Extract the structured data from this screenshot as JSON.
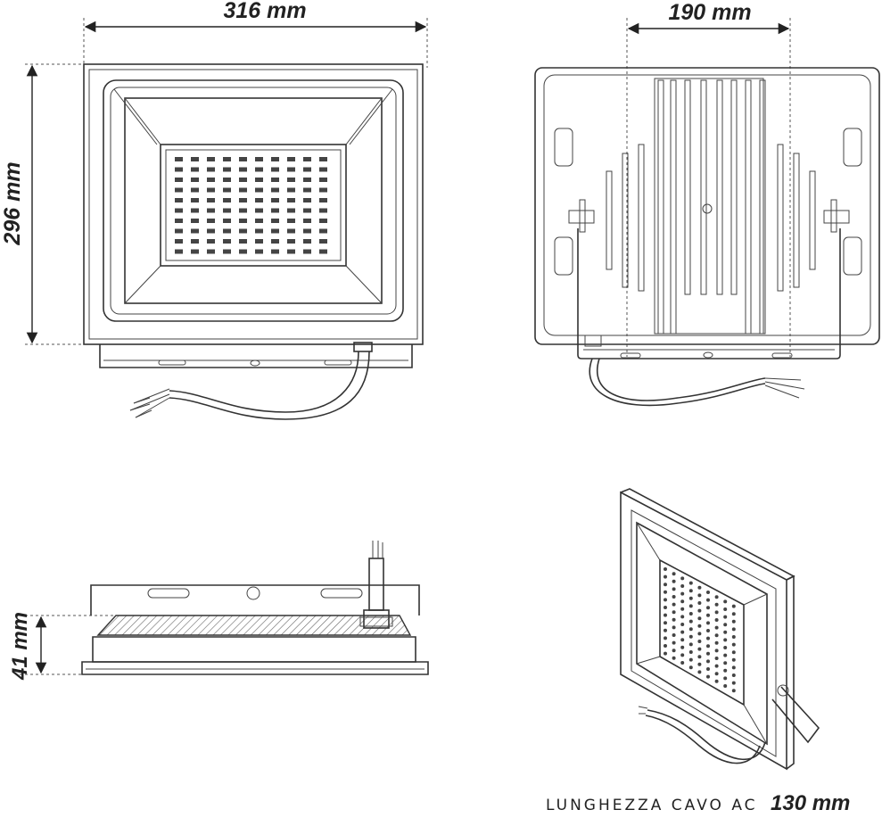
{
  "dimensions": {
    "front_width": "316 mm",
    "front_height": "296 mm",
    "rear_mount_spacing": "190 mm",
    "side_depth": "41 mm"
  },
  "caption": {
    "label": "LUNGHEZZA CAVO AC",
    "value": "130 mm"
  },
  "icons": [
    "front-view",
    "rear-view",
    "side-view",
    "perspective-view",
    "power-cable"
  ]
}
